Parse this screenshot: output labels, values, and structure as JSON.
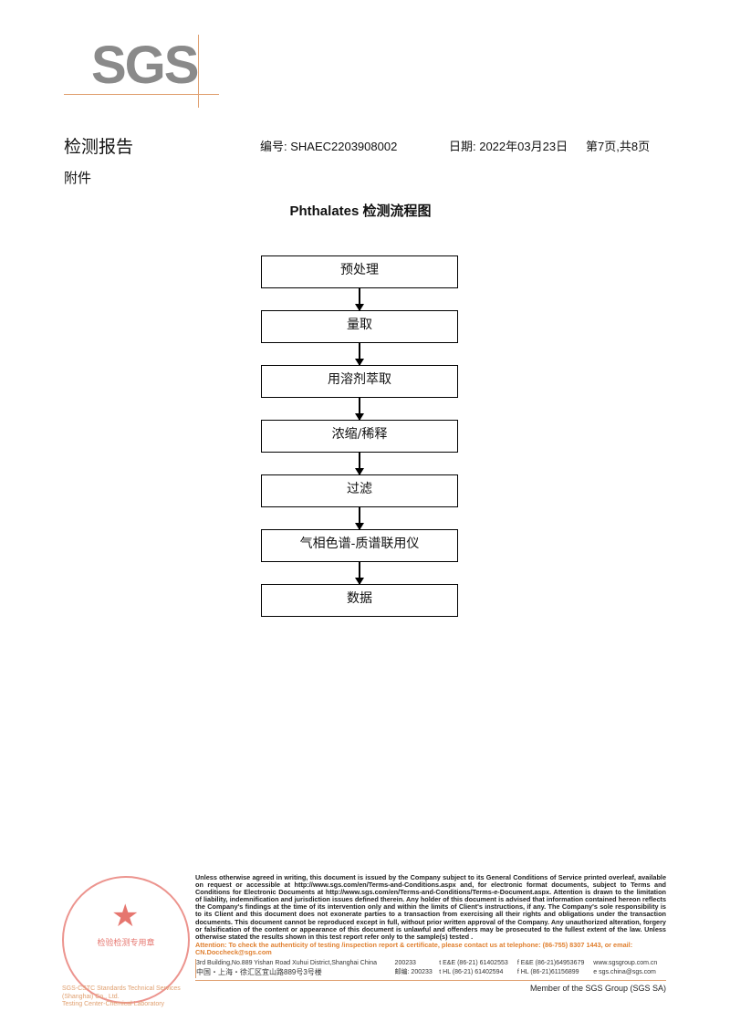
{
  "logo": "SGS",
  "header": {
    "title": "检测报告",
    "number": "编号: SHAEC2203908002",
    "date": "日期: 2022年03月23日",
    "page": "第7页,共8页"
  },
  "attachment": "附件",
  "flow_title": "Phthalates 检测流程图",
  "steps": [
    "预处理",
    "量取",
    "用溶剂萃取",
    "浓缩/稀释",
    "过滤",
    "气相色谱-质谱联用仪",
    "数据"
  ],
  "footer": {
    "disclaimer": "Unless otherwise agreed in writing, this document is issued by the Company subject to its General Conditions of Service printed overleaf, available on request or accessible at http://www.sgs.com/en/Terms-and-Conditions.aspx and, for electronic format documents, subject to Terms and Conditions for Electronic Documents at http://www.sgs.com/en/Terms-and-Conditions/Terms-e-Document.aspx. Attention is drawn to the limitation of liability, indemnification and jurisdiction issues defined therein. Any holder of this document is advised that information contained hereon reflects the Company's findings at the time of its intervention only and within the limits of Client's instructions, if any. The Company's sole responsibility is to its Client and this document does not exonerate parties to a transaction from exercising all their rights and obligations under the transaction documents. This document cannot be reproduced except in full, without prior written approval of the Company. Any unauthorized alteration, forgery or falsification of the content or appearance of this document is unlawful and offenders may be prosecuted to the fullest extent of the law. Unless otherwise stated the results shown in this test report refer only to the sample(s) tested .",
    "attention": "Attention: To check the authenticity of testing /inspection report & certificate, please contact us at telephone: (86-755) 8307 1443, or email: CN.Doccheck@sgs.com",
    "company1": "SGS-CSTC Standards Technical Services (Shanghai) Co., Ltd.",
    "company2": "Testing Center-Chemical Laboratory",
    "address_en": "3rd Building,No.889 Yishan Road Xuhui District,Shanghai China",
    "postcode_en": "200233",
    "tel1": "t E&E (86-21) 61402553",
    "fax1": "f E&E (86-21)64953679",
    "web": "www.sgsgroup.com.cn",
    "address_cn": "中国・上海・徐汇区宜山路889号3号楼",
    "postcode_cn": "邮编: 200233",
    "tel2": "t HL (86-21) 61402594",
    "fax2": "f HL (86-21)61156899",
    "email": "e sgs.china@sgs.com",
    "member": "Member of the SGS Group (SGS SA)",
    "stamp_text": "检验检测专用章"
  },
  "colors": {
    "logo": "#8a8a8a",
    "accent_line": "#e0a070",
    "stamp": "#dc3c32",
    "attention": "#e08030"
  }
}
